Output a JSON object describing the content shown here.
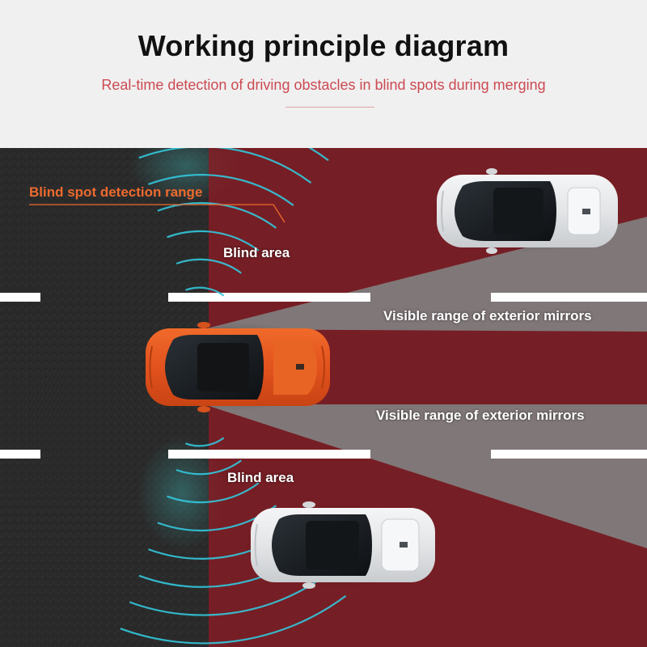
{
  "header": {
    "title": "Working principle diagram",
    "subtitle": "Real-time detection of driving obstacles in blind spots during merging"
  },
  "labels": {
    "detection_range": "Blind spot detection range",
    "blind_area_top": "Blind area",
    "mirror_range_top": "Visible range of exterior mirrors",
    "mirror_range_bottom": "Visible range of exterior mirrors",
    "blind_area_bottom": "Blind area"
  },
  "colors": {
    "header_bg": "#f0f0f0",
    "title": "#111111",
    "subtitle": "#cc4a52",
    "road": "#2b2b2b",
    "lane_marking": "#ffffff",
    "blind_zone": "#8a1c24",
    "mirror_zone": "#7fa7a4",
    "sensor_wave": "#33c6dc",
    "detection_label": "#ee6a2e",
    "car_main": "#e2521d",
    "car_other": "#e9eaec"
  },
  "icons": {
    "main_car": "car-top-view-icon",
    "other_cars": "car-top-view-icon"
  }
}
